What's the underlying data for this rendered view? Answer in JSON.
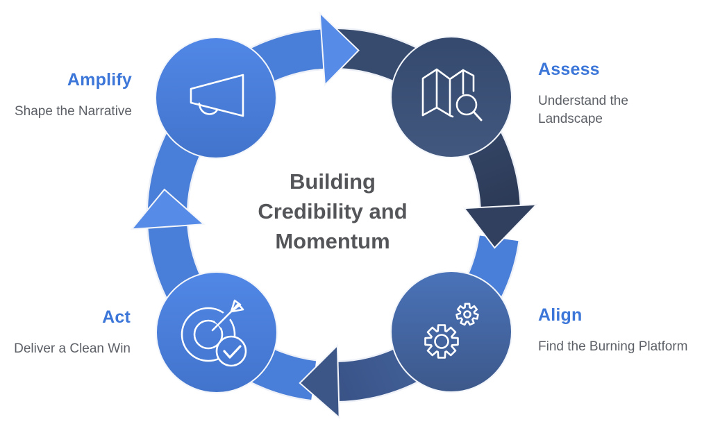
{
  "diagram": {
    "title_lines": [
      "Building",
      "Credibility and",
      "Momentum"
    ],
    "steps": [
      {
        "id": "amplify",
        "label": "Amplify",
        "description": "Shape the Narrative",
        "icon": "megaphone-icon"
      },
      {
        "id": "assess",
        "label": "Assess",
        "description": "Understand the Landscape",
        "icon": "map-search-icon"
      },
      {
        "id": "align",
        "label": "Align",
        "description": "Find the Burning Platform",
        "icon": "gears-icon"
      },
      {
        "id": "act",
        "label": "Act",
        "description": "Deliver a Clean Win",
        "icon": "target-check-icon"
      }
    ],
    "flow": "clockwise",
    "colors": {
      "label_blue": "#3b76d8",
      "description_gray": "#5c6066",
      "title_gray": "#545558",
      "arc_blue": "#4a7fd9",
      "arrow_blue": "#568be7",
      "arc_navy": "#374b6e",
      "arrow_navy": "#32405f",
      "arrow_slate": "#3c5787",
      "node_blue_top": "#5187e6",
      "node_blue_bottom": "#4274cc",
      "node_navy_top": "#35496e",
      "node_navy_bottom": "#42587e",
      "node_slate_top": "#4a73b9",
      "node_slate_bottom": "#3d588a"
    }
  }
}
